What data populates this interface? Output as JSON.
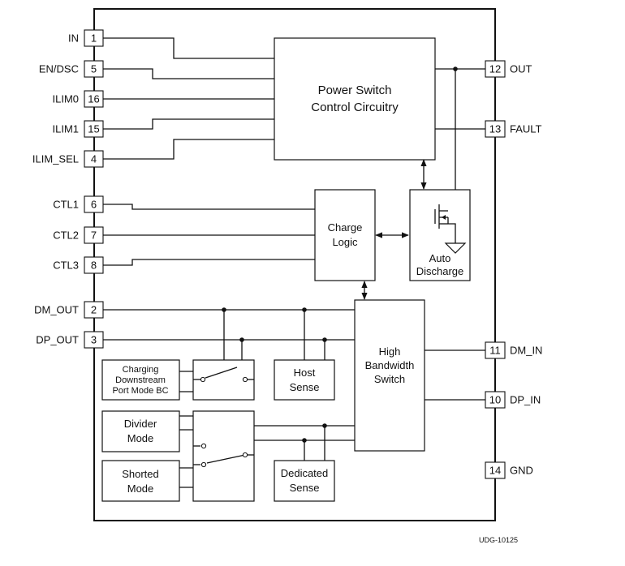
{
  "pins": {
    "in": {
      "num": "1",
      "label": "IN"
    },
    "en_dsc": {
      "num": "5",
      "label": "EN/DSC"
    },
    "ilim0": {
      "num": "16",
      "label": "ILIM0"
    },
    "ilim1": {
      "num": "15",
      "label": "ILIM1"
    },
    "ilim_sel": {
      "num": "4",
      "label": "ILIM_SEL"
    },
    "ctl1": {
      "num": "6",
      "label": "CTL1"
    },
    "ctl2": {
      "num": "7",
      "label": "CTL2"
    },
    "ctl3": {
      "num": "8",
      "label": "CTL3"
    },
    "dm_out": {
      "num": "2",
      "label": "DM_OUT"
    },
    "dp_out": {
      "num": "3",
      "label": "DP_OUT"
    },
    "out": {
      "num": "12",
      "label": "OUT"
    },
    "fault": {
      "num": "13",
      "label": "FAULT"
    },
    "dm_in": {
      "num": "11",
      "label": "DM_IN"
    },
    "dp_in": {
      "num": "10",
      "label": "DP_IN"
    },
    "gnd": {
      "num": "14",
      "label": "GND"
    }
  },
  "blocks": {
    "power_switch": [
      "Power Switch",
      "Control Circuitry"
    ],
    "charge_logic": [
      "Charge",
      "Logic"
    ],
    "auto_discharge": [
      "Auto",
      "Discharge"
    ],
    "high_bandwidth_switch": [
      "High",
      "Bandwidth",
      "Switch"
    ],
    "charging_downstream": [
      "Charging",
      "Downstream",
      "Port Mode BC"
    ],
    "host_sense": [
      "Host",
      "Sense"
    ],
    "divider_mode": [
      "Divider",
      "Mode"
    ],
    "shorted_mode": [
      "Shorted",
      "Mode"
    ],
    "dedicated_sense": [
      "Dedicated",
      "Sense"
    ]
  },
  "figure_ref": "UDG-10125"
}
